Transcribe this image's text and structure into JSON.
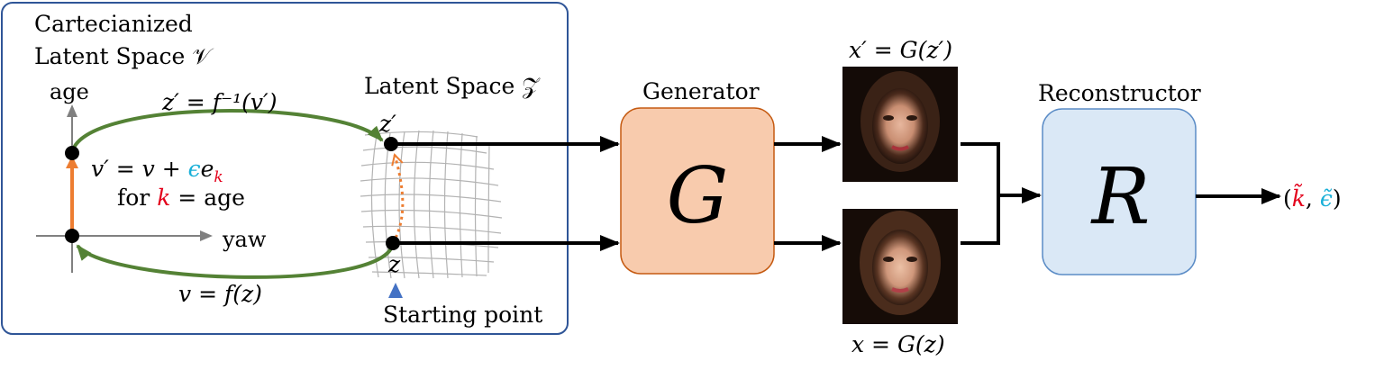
{
  "left_panel": {
    "cart_title_line1": "Cartecianized",
    "cart_title_line2": "Latent Space 𝒱",
    "axis_y_label": "age",
    "axis_x_label": "yaw",
    "inverse_map_label": "z′ = f⁻¹(v′)",
    "forward_map_label": "v = f(z)",
    "shift_eq_lhs": "v′ = v + ",
    "shift_eq_eps": "ϵ",
    "shift_eq_e": "e",
    "shift_eq_k": "k",
    "for_prefix": "for ",
    "for_k": "k",
    "for_suffix": " = age",
    "z_space_title": "Latent Space 𝒵",
    "z_prime_label": "z′",
    "z_label": "z",
    "start_label": "Starting point"
  },
  "generator": {
    "title": "Generator",
    "symbol": "G"
  },
  "images": {
    "top_label": "x′ = G(z′)",
    "bottom_label": "x = G(z)"
  },
  "reconstructor": {
    "title": "Reconstructor",
    "symbol": "R"
  },
  "output": {
    "open": "(",
    "k_tilde": "k̃",
    "comma": ", ",
    "eps_tilde": "ϵ̃",
    "close": ")"
  },
  "colors": {
    "panel_border": "#2f5597",
    "green_arrow": "#548235",
    "orange_arrow": "#ed7d31",
    "generator_fill": "#f8cbad",
    "generator_stroke": "#c55a11",
    "reconstructor_fill": "#dae8f6",
    "reconstructor_stroke": "#5b8cc6",
    "red": "#e3001b",
    "cyan": "#1ab0d8",
    "start_marker": "#4472c4"
  }
}
